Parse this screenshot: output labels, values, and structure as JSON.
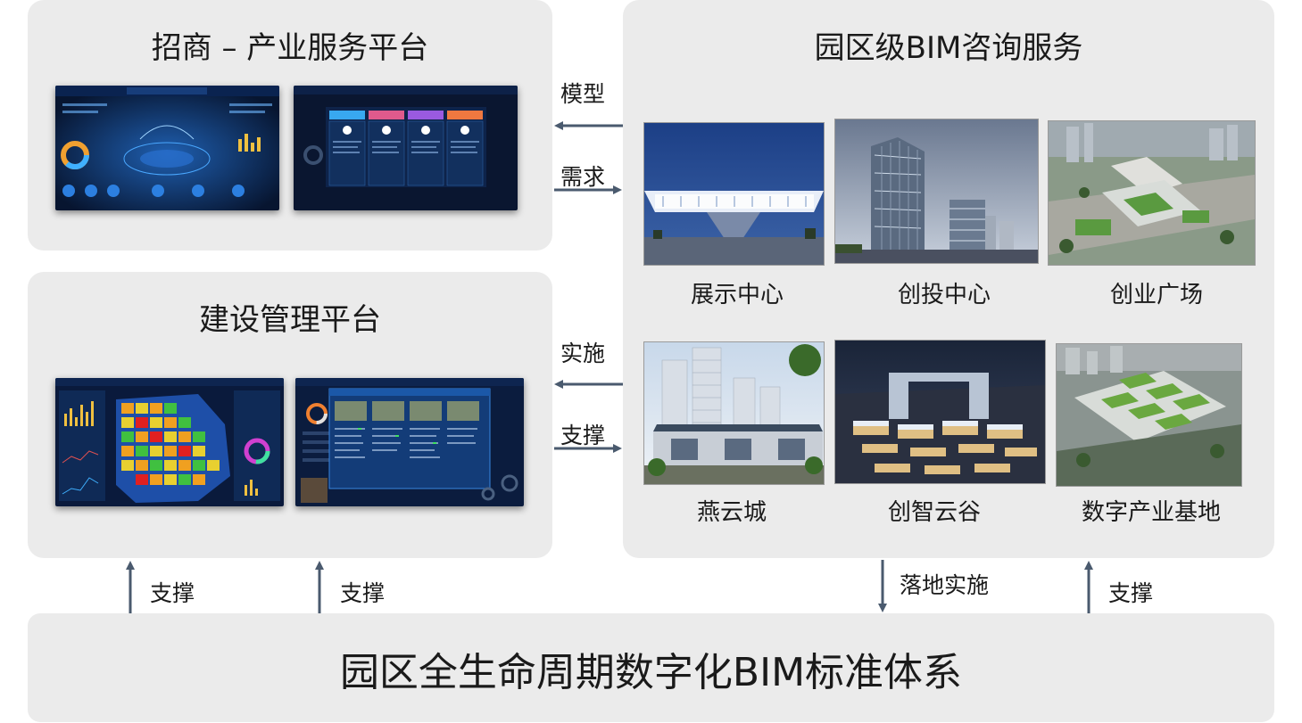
{
  "panels": {
    "investment": {
      "title": "招商 – 产业服务平台"
    },
    "construction": {
      "title": "建设管理平台"
    },
    "consulting": {
      "title": "园区级BIM咨询服务"
    },
    "standard": {
      "title": "园区全生命周期数字化BIM标准体系"
    }
  },
  "projects": [
    {
      "name": "展示中心"
    },
    {
      "name": "创投中心"
    },
    {
      "name": "创业广场"
    },
    {
      "name": "燕云城"
    },
    {
      "name": "创智云谷"
    },
    {
      "name": "数字产业基地"
    }
  ],
  "arrows": {
    "model": "模型",
    "demand": "需求",
    "implement": "实施",
    "support_mid": "支撑",
    "support_left1": "支撑",
    "support_left2": "支撑",
    "landing": "落地实施",
    "support_right": "支撑"
  },
  "colors": {
    "panel_bg": "#ebebeb",
    "arrow": "#4a5a6e",
    "dashboard_bg": "#0b1a3a",
    "dashboard_accent": "#2f7fe0"
  }
}
